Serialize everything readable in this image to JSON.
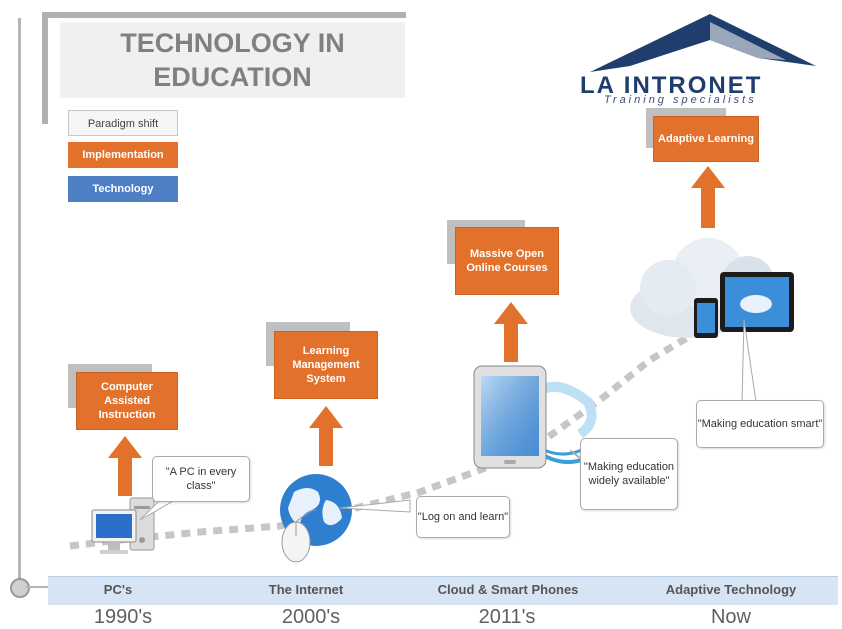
{
  "title": "TECHNOLOGY IN\nEDUCATION",
  "logo": {
    "name": "LA INTRONET",
    "tagline": "Training specialists"
  },
  "legend": {
    "paradigm": "Paradigm shift",
    "implementation": "Implementation",
    "technology": "Technology"
  },
  "milestones": {
    "cai": "Computer Assisted Instruction",
    "lms": "Learning Management System",
    "mooc": "Massive Open Online Courses",
    "adaptive": "Adaptive Learning"
  },
  "quotes": {
    "pc": "\"A PC in every class\"",
    "internet": "\"Log on and learn\"",
    "mobile": "\"Making education widely available\"",
    "adaptive": "\"Making education smart\""
  },
  "eras": {
    "pcs": "PC's",
    "internet": "The Internet",
    "cloud": "Cloud & Smart Phones",
    "adaptive": "Adaptive Technology"
  },
  "years": {
    "y1990": "1990's",
    "y2000": "2000's",
    "y2011": "2011's",
    "now": "Now"
  },
  "colors": {
    "implementation": "#e2712c",
    "technology": "#4e7ec4",
    "paradigm": "#f5f5f5",
    "era_bar": "#d7e4f4"
  },
  "icons": [
    "desktop-pc-icon",
    "globe-mouse-icon",
    "tablet-wifi-icon",
    "cloud-devices-icon"
  ]
}
